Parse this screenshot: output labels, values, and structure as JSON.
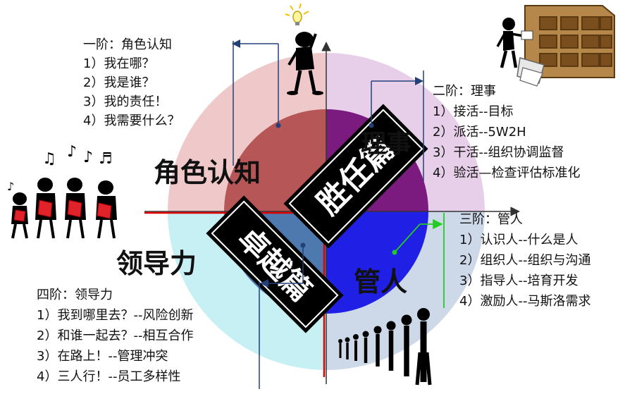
{
  "stages": [
    {
      "title": "一阶：角色认知",
      "items": [
        "1）我在哪？",
        "2）我是谁？",
        "3）我的责任！",
        "4）我需要什么？"
      ]
    },
    {
      "title": "二阶：理事",
      "items": [
        "1）接活--目标",
        "2）派活--5W2H",
        "3）干活--组织协调监督",
        "4）验活—检查评估标准化"
      ]
    },
    {
      "title": "三阶：管人",
      "items": [
        "1）认识人--什么是人",
        "2）组织人--组织与沟通",
        "3）指导人--培育开发",
        "4）激励人--马斯洛需求"
      ]
    },
    {
      "title": "四阶：领导力",
      "items": [
        "1）我到哪里去？--风险创新",
        "2）和谁一起去？--相互合作",
        "3）在路上！--管理冲突",
        "4）三人行！--员工多样性"
      ]
    }
  ],
  "quadrants": {
    "role": "角色认知",
    "affairs": "理事",
    "people": "管人",
    "leadership": "领导力"
  },
  "sections": {
    "competent": "胜任篇",
    "excellence": "卓越篇"
  },
  "colors": {
    "outer_tl": "#efc9c9",
    "outer_tr": "#e7cfe9",
    "outer_br": "#cdd9e9",
    "outer_bl": "#c7f0f4",
    "inner_tl": "#b75656",
    "inner_tr": "#7b1a7f",
    "inner_br": "#1f1fe6",
    "inner_bl": "#4e79ae"
  }
}
